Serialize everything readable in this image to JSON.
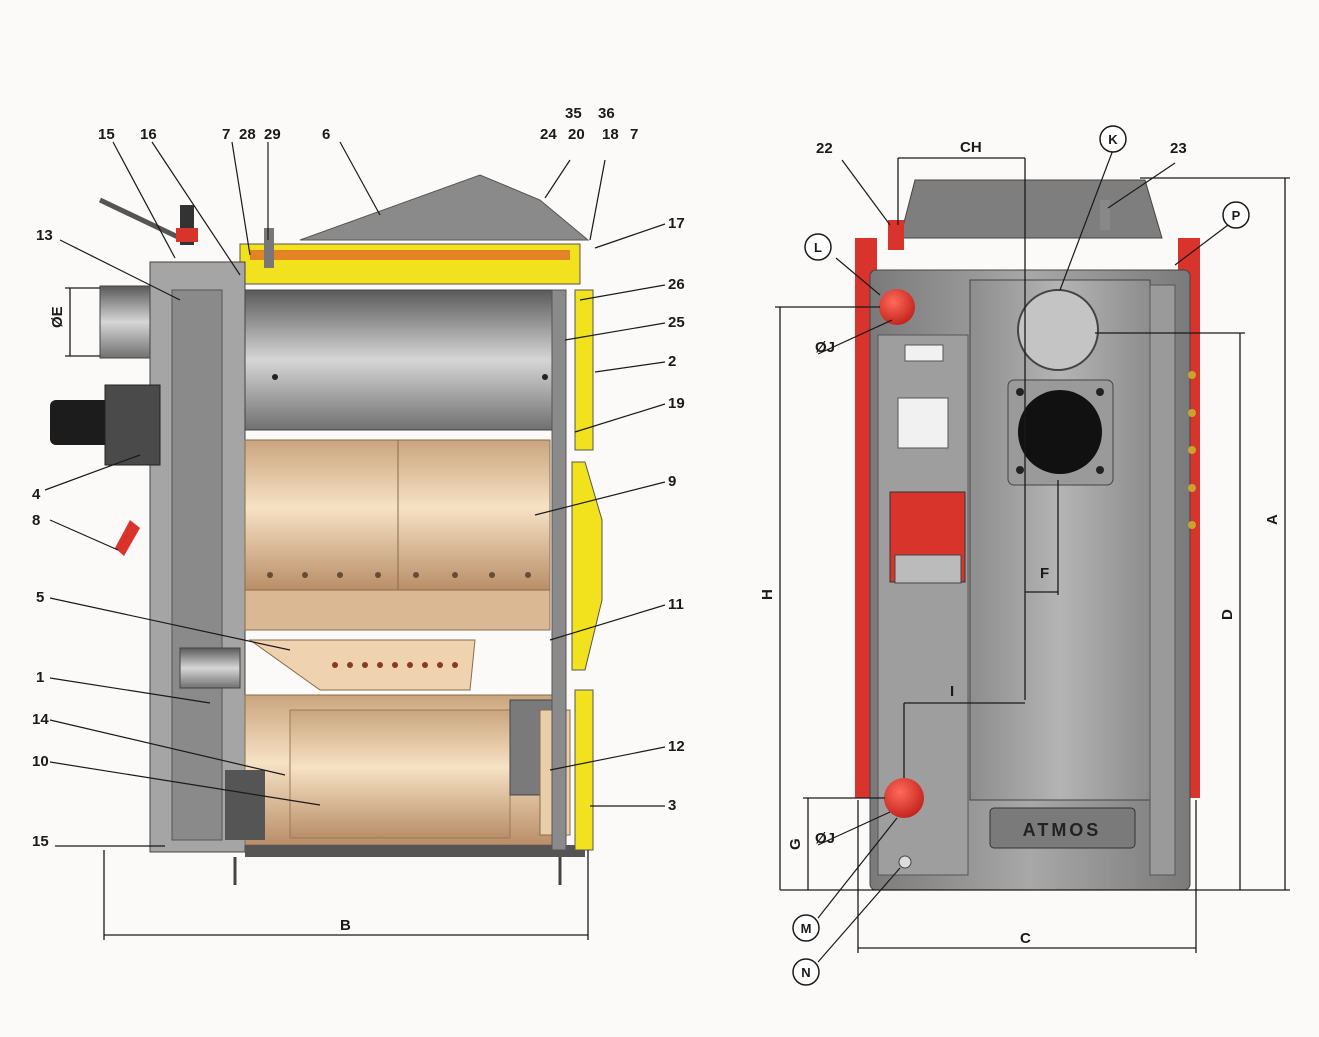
{
  "colors": {
    "casing_gray": "#9a9a9a",
    "dark_gray": "#6e6e6e",
    "light_gray": "#c4c4c4",
    "insulation_yellow": "#f2e21e",
    "accent_red": "#d9342b",
    "ceramic_beige": "#e9cfa9",
    "background": "#fbfaf8",
    "label_ink": "#1a1a1a"
  },
  "left_view": {
    "part_labels": {
      "p15a": "15",
      "p16": "16",
      "p7a": "7",
      "p28": "28",
      "p29": "29",
      "p6": "6",
      "p35": "35",
      "p36": "36",
      "p24": "24",
      "p20": "20",
      "p18": "18",
      "p7b": "7",
      "p17": "17",
      "p13": "13",
      "p26": "26",
      "p25": "25",
      "p2": "2",
      "p19": "19",
      "p4": "4",
      "p8": "8",
      "p9": "9",
      "p5": "5",
      "p11": "11",
      "p1": "1",
      "p14": "14",
      "p10": "10",
      "p12": "12",
      "p3": "3",
      "p15b": "15"
    },
    "dimension_labels": {
      "E": "ØE",
      "B": "B"
    }
  },
  "right_view": {
    "part_labels": {
      "p22": "22",
      "p23": "23"
    },
    "circled_labels": {
      "K": "K",
      "L": "L",
      "P": "P",
      "M": "M",
      "N": "N"
    },
    "dimension_labels": {
      "CH": "CH",
      "J_top": "ØJ",
      "J_bottom": "ØJ",
      "H": "H",
      "D": "D",
      "A": "A",
      "F": "F",
      "I": "I",
      "G": "G",
      "C": "C"
    },
    "brand_plate": "ATMOS"
  }
}
